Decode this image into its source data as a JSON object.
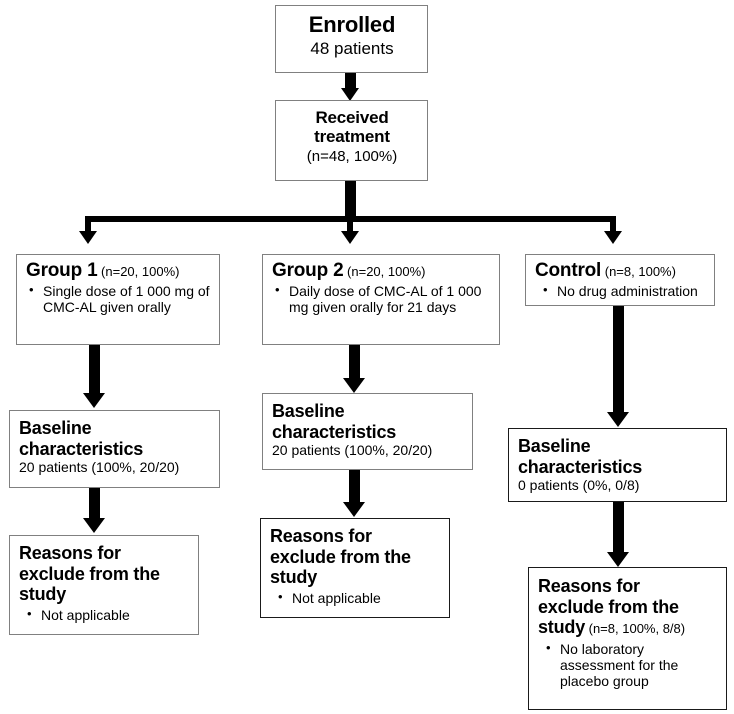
{
  "diagram": {
    "type": "clinical-trial-flowchart",
    "nodes": {
      "enrolled": {
        "title": "Enrolled",
        "subtitle": "48 patients"
      },
      "received_treatment": {
        "title_line1": "Received",
        "title_line2": "treatment",
        "subtitle": "(n=48, 100%)"
      },
      "group1": {
        "title": "Group 1",
        "note": "(n=20, 100%)",
        "bullets": [
          "Single dose of 1 000 mg of CMC-AL given orally"
        ]
      },
      "group2": {
        "title": "Group 2",
        "note": "(n=20, 100%)",
        "bullets": [
          "Daily dose of CMC-AL of 1 000 mg given orally for 21 days"
        ]
      },
      "control": {
        "title": "Control",
        "note": "(n=8, 100%)",
        "bullets": [
          "No drug administration"
        ]
      },
      "baseline_group1": {
        "title_line1": "Baseline",
        "title_line2": "characteristics",
        "subtitle": "20 patients (100%, 20/20)"
      },
      "baseline_group2": {
        "title_line1": "Baseline",
        "title_line2": "characteristics",
        "subtitle": "20 patients (100%, 20/20)"
      },
      "baseline_control": {
        "title_line1": "Baseline",
        "title_line2": "characteristics",
        "subtitle": "0 patients (0%, 0/8)"
      },
      "exclude_group1": {
        "title_line1": "Reasons for",
        "title_line2": "exclude from the",
        "title_line3": "study",
        "note": "",
        "bullets": [
          "Not applicable"
        ]
      },
      "exclude_group2": {
        "title_line1": "Reasons for",
        "title_line2": "exclude from the",
        "title_line3": "study",
        "note": "",
        "bullets": [
          "Not applicable"
        ]
      },
      "exclude_control": {
        "title_line1": "Reasons for",
        "title_line2": "exclude from the",
        "title_line3": "study",
        "note": "(n=8, 100%, 8/8)",
        "bullets": [
          "No laboratory assessment for the placebo group"
        ]
      }
    },
    "colors": {
      "line": "#000000",
      "box_border": "#808080",
      "background": "#ffffff",
      "text": "#000000"
    }
  }
}
